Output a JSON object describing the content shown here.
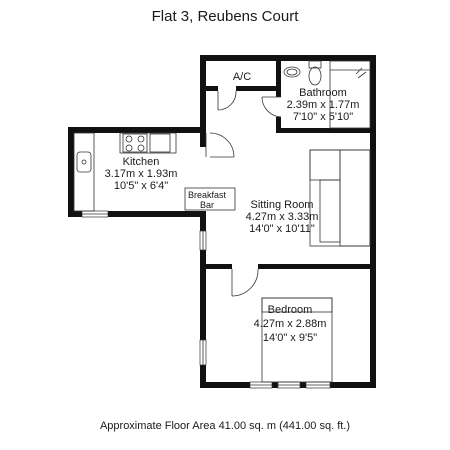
{
  "title": "Flat 3, Reubens Court",
  "footer": "Approximate Floor Area  41.00 sq. m (441.00 sq. ft.)",
  "rooms": {
    "ac": {
      "name": "A/C"
    },
    "bathroom": {
      "name": "Bathroom",
      "metric": "2.39m x 1.77m",
      "imperial": "7'10\" x 5'10\""
    },
    "kitchen": {
      "name": "Kitchen",
      "metric": "3.17m x 1.93m",
      "imperial": "10'5\" x 6'4\""
    },
    "breakfast_bar": {
      "line1": "Breakfast",
      "line2": "Bar"
    },
    "sitting_room": {
      "name": "Sitting Room",
      "metric": "4.27m x 3.33m",
      "imperial": "14'0\" x 10'11\""
    },
    "bedroom": {
      "name": "Bedroom",
      "metric": "4.27m x 2.88m",
      "imperial": "14'0\" x 9'5\""
    }
  }
}
